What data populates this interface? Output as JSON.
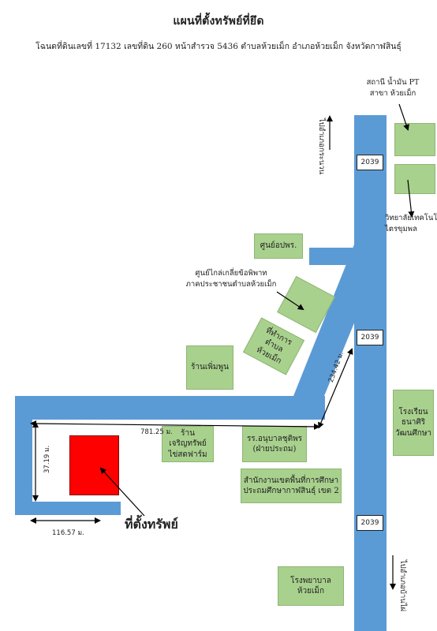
{
  "title": "แผนที่ตั้งทรัพย์ที่ยึด",
  "subtitle": "โฉนดที่ดินเลขที่ 17132 เลขที่ดิน 260 หน้าสำรวจ 5436 ตำบลห้วยเม็ก อำเภอห้วยเม็ก จังหวัดกาฬสินธุ์",
  "colors": {
    "road": "#5b9bd5",
    "building": "#a9d18e",
    "target": "#ff0000"
  },
  "highway_signs": [
    "2039",
    "2039",
    "2039"
  ],
  "directions": {
    "north": "ไปอำเภอกระนวน",
    "south": "ไปอำเภอบ้านไผ่"
  },
  "buildings": {
    "pt_station_line1": "สถานี น้ำมัน PT",
    "pt_station_line2": "สาขา ห้วยเม็ก",
    "college_line1": "วิทยาลัยเทคโนโลยี",
    "college_line2": "ไตรขุมพล",
    "agri_office": "ศูนย์อปพร.",
    "mediation_line1": "ศูนย์ไกล่เกลี่ยข้อพิพาท",
    "mediation_line2": "ภาคประชาชนตำบลห้วยเม็ก",
    "district_office_line1": "ที่ทำการตำบล",
    "district_office_line2": "ห้วยเม็ก",
    "shop_phoemphun": "ร้านเพิ่มพูน",
    "shop_charoen_line1": "ร้านเจริญทรัพย์",
    "shop_charoen_line2": "ไข่สดฟาร์ม",
    "school_line1": "รร.อนุบาลชุติพร",
    "school_line2": "(ฝ่ายประถม)",
    "edu_office_line1": "สำนักงานเขตพื้นที่การศึกษา",
    "edu_office_line2": "ประถมศึกษากาฬสินธุ์ เขต 2",
    "school_right_line1": "โรงเรียน",
    "school_right_line2": "ธนาศิริ",
    "school_right_line3": "วัฒนศึกษา",
    "hospital_line1": "โรงพยาบาล",
    "hospital_line2": "ห้วยเม็ก"
  },
  "distances": {
    "road_length": "781.25 ม.",
    "diagonal": "234.42 ม.",
    "vertical": "37.19 ม.",
    "bottom": "116.57 ม."
  },
  "target_label": "ที่ตั้งทรัพย์"
}
